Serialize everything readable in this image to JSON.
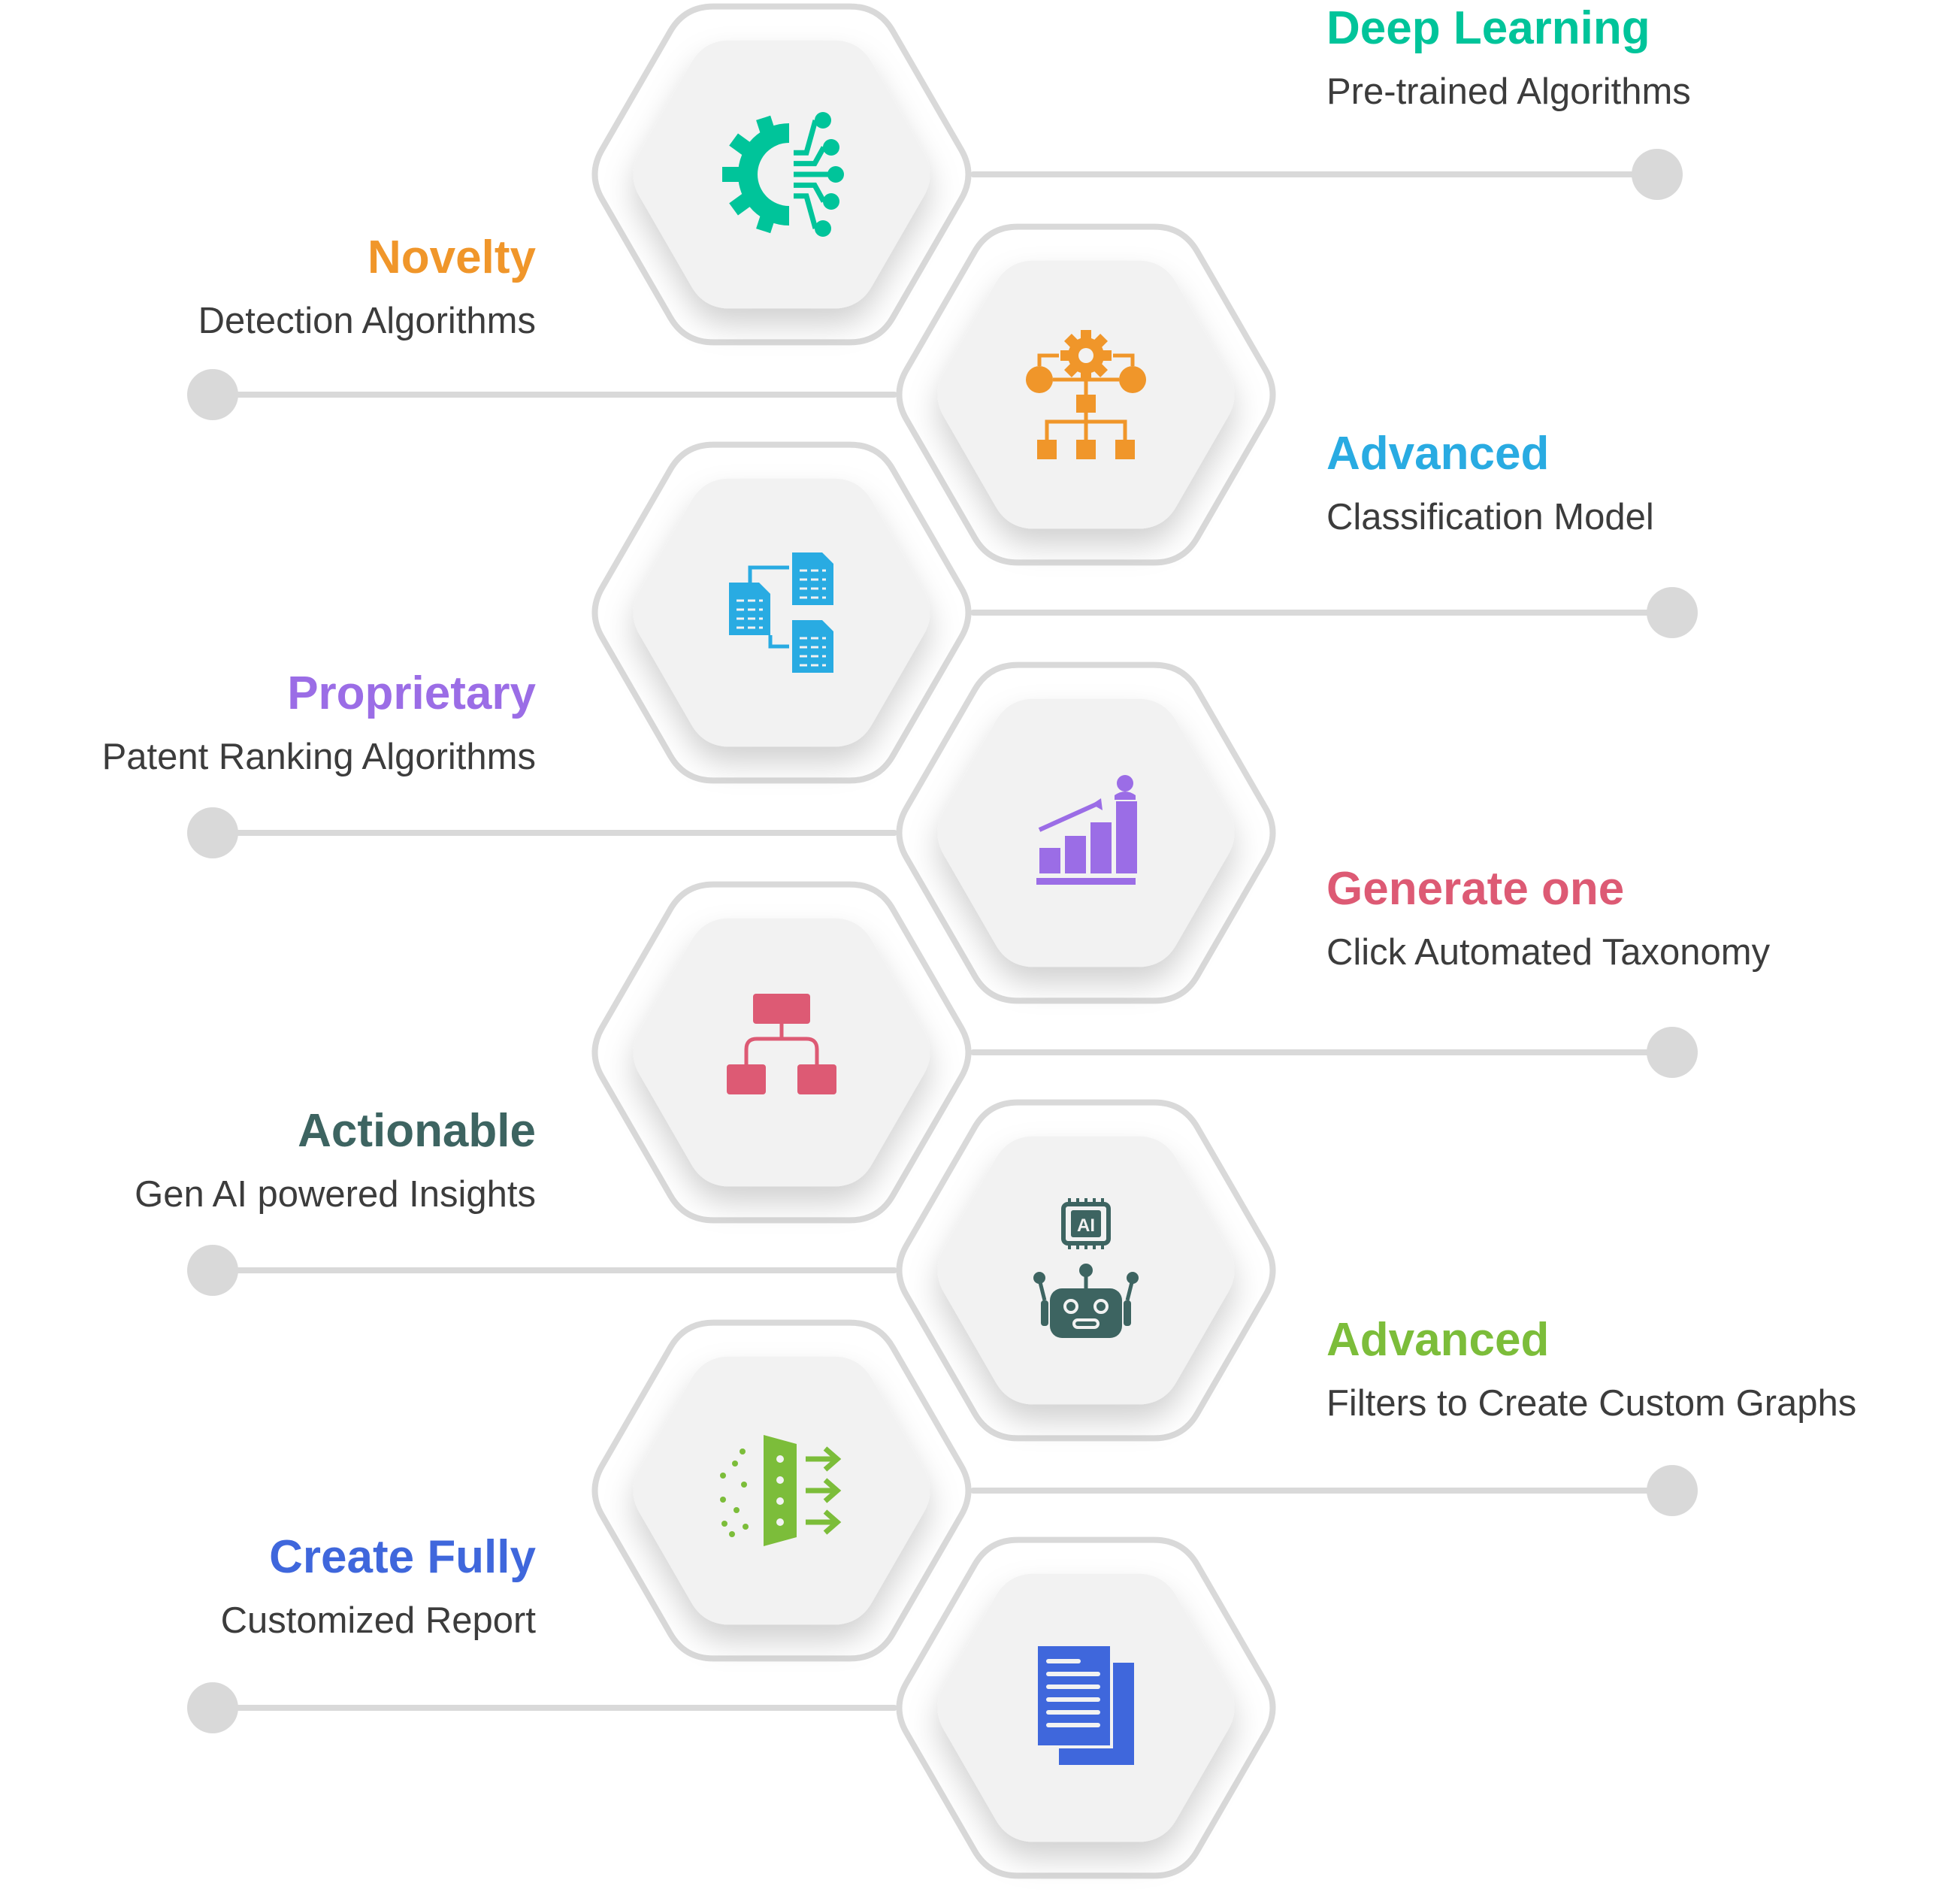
{
  "items": [
    {
      "title": "Deep Learning",
      "subtitle": "Pre-trained Algorithms",
      "color": "#00c49a",
      "icon": "ai-gear-circuit-icon"
    },
    {
      "title": "Novelty",
      "subtitle": "Detection Algorithms",
      "color": "#f0962a",
      "icon": "gear-hierarchy-icon"
    },
    {
      "title": "Advanced",
      "subtitle": "Classification Model",
      "color": "#29abe2",
      "icon": "documents-transfer-icon"
    },
    {
      "title": "Proprietary",
      "subtitle": "Patent Ranking Algorithms",
      "color": "#9b6de6",
      "icon": "growth-chart-icon"
    },
    {
      "title": "Generate one",
      "subtitle": "Click Automated Taxonomy",
      "color": "#dd5a74",
      "icon": "taxonomy-tree-icon"
    },
    {
      "title": "Actionable",
      "subtitle": "Gen AI powered Insights",
      "color": "#3d6461",
      "icon": "ai-chip-robot-icon"
    },
    {
      "title": "Advanced",
      "subtitle": "Filters to Create Custom Graphs",
      "color": "#7cbd3a",
      "icon": "filter-arrows-icon"
    },
    {
      "title": "Create Fully",
      "subtitle": "Customized Report",
      "color": "#3f67dc",
      "icon": "report-document-icon"
    }
  ]
}
